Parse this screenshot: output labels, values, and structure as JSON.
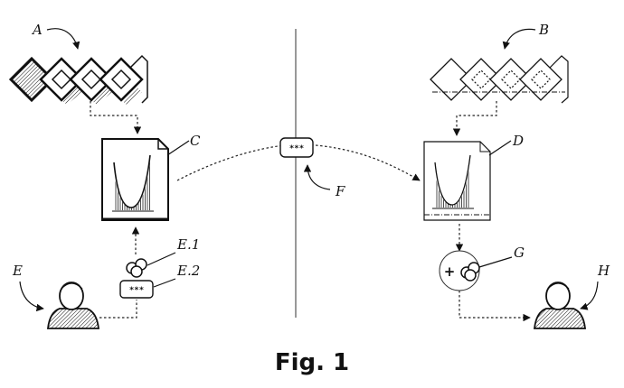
{
  "figure": {
    "caption": "Fig. 1",
    "labels": {
      "a": "A",
      "b": "B",
      "c": "C",
      "d": "D",
      "e": "E",
      "e1": "E.1",
      "e2": "E.2",
      "f": "F",
      "g": "G",
      "h": "H"
    },
    "password_mask": "***",
    "plus_symbol": "+"
  }
}
